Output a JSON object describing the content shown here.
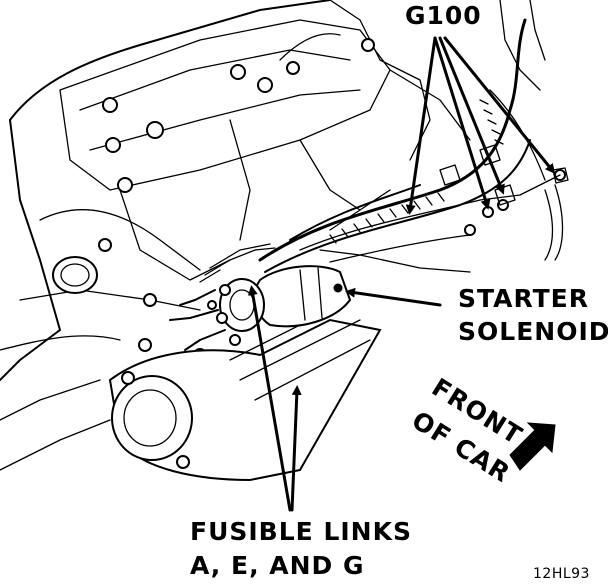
{
  "labels": {
    "ground": "G100",
    "starter_line1": "STARTER",
    "starter_line2": "SOLENOID",
    "front_line1": "FRONT",
    "front_line2": "OF CAR",
    "fusible_line1": "FUSIBLE LINKS",
    "fusible_line2": "A, E, AND G",
    "figure_code": "12HL93"
  },
  "icons": {
    "front_arrow": "arrow-down-right-icon"
  },
  "colors": {
    "ink": "#000000",
    "paper": "#ffffff"
  }
}
